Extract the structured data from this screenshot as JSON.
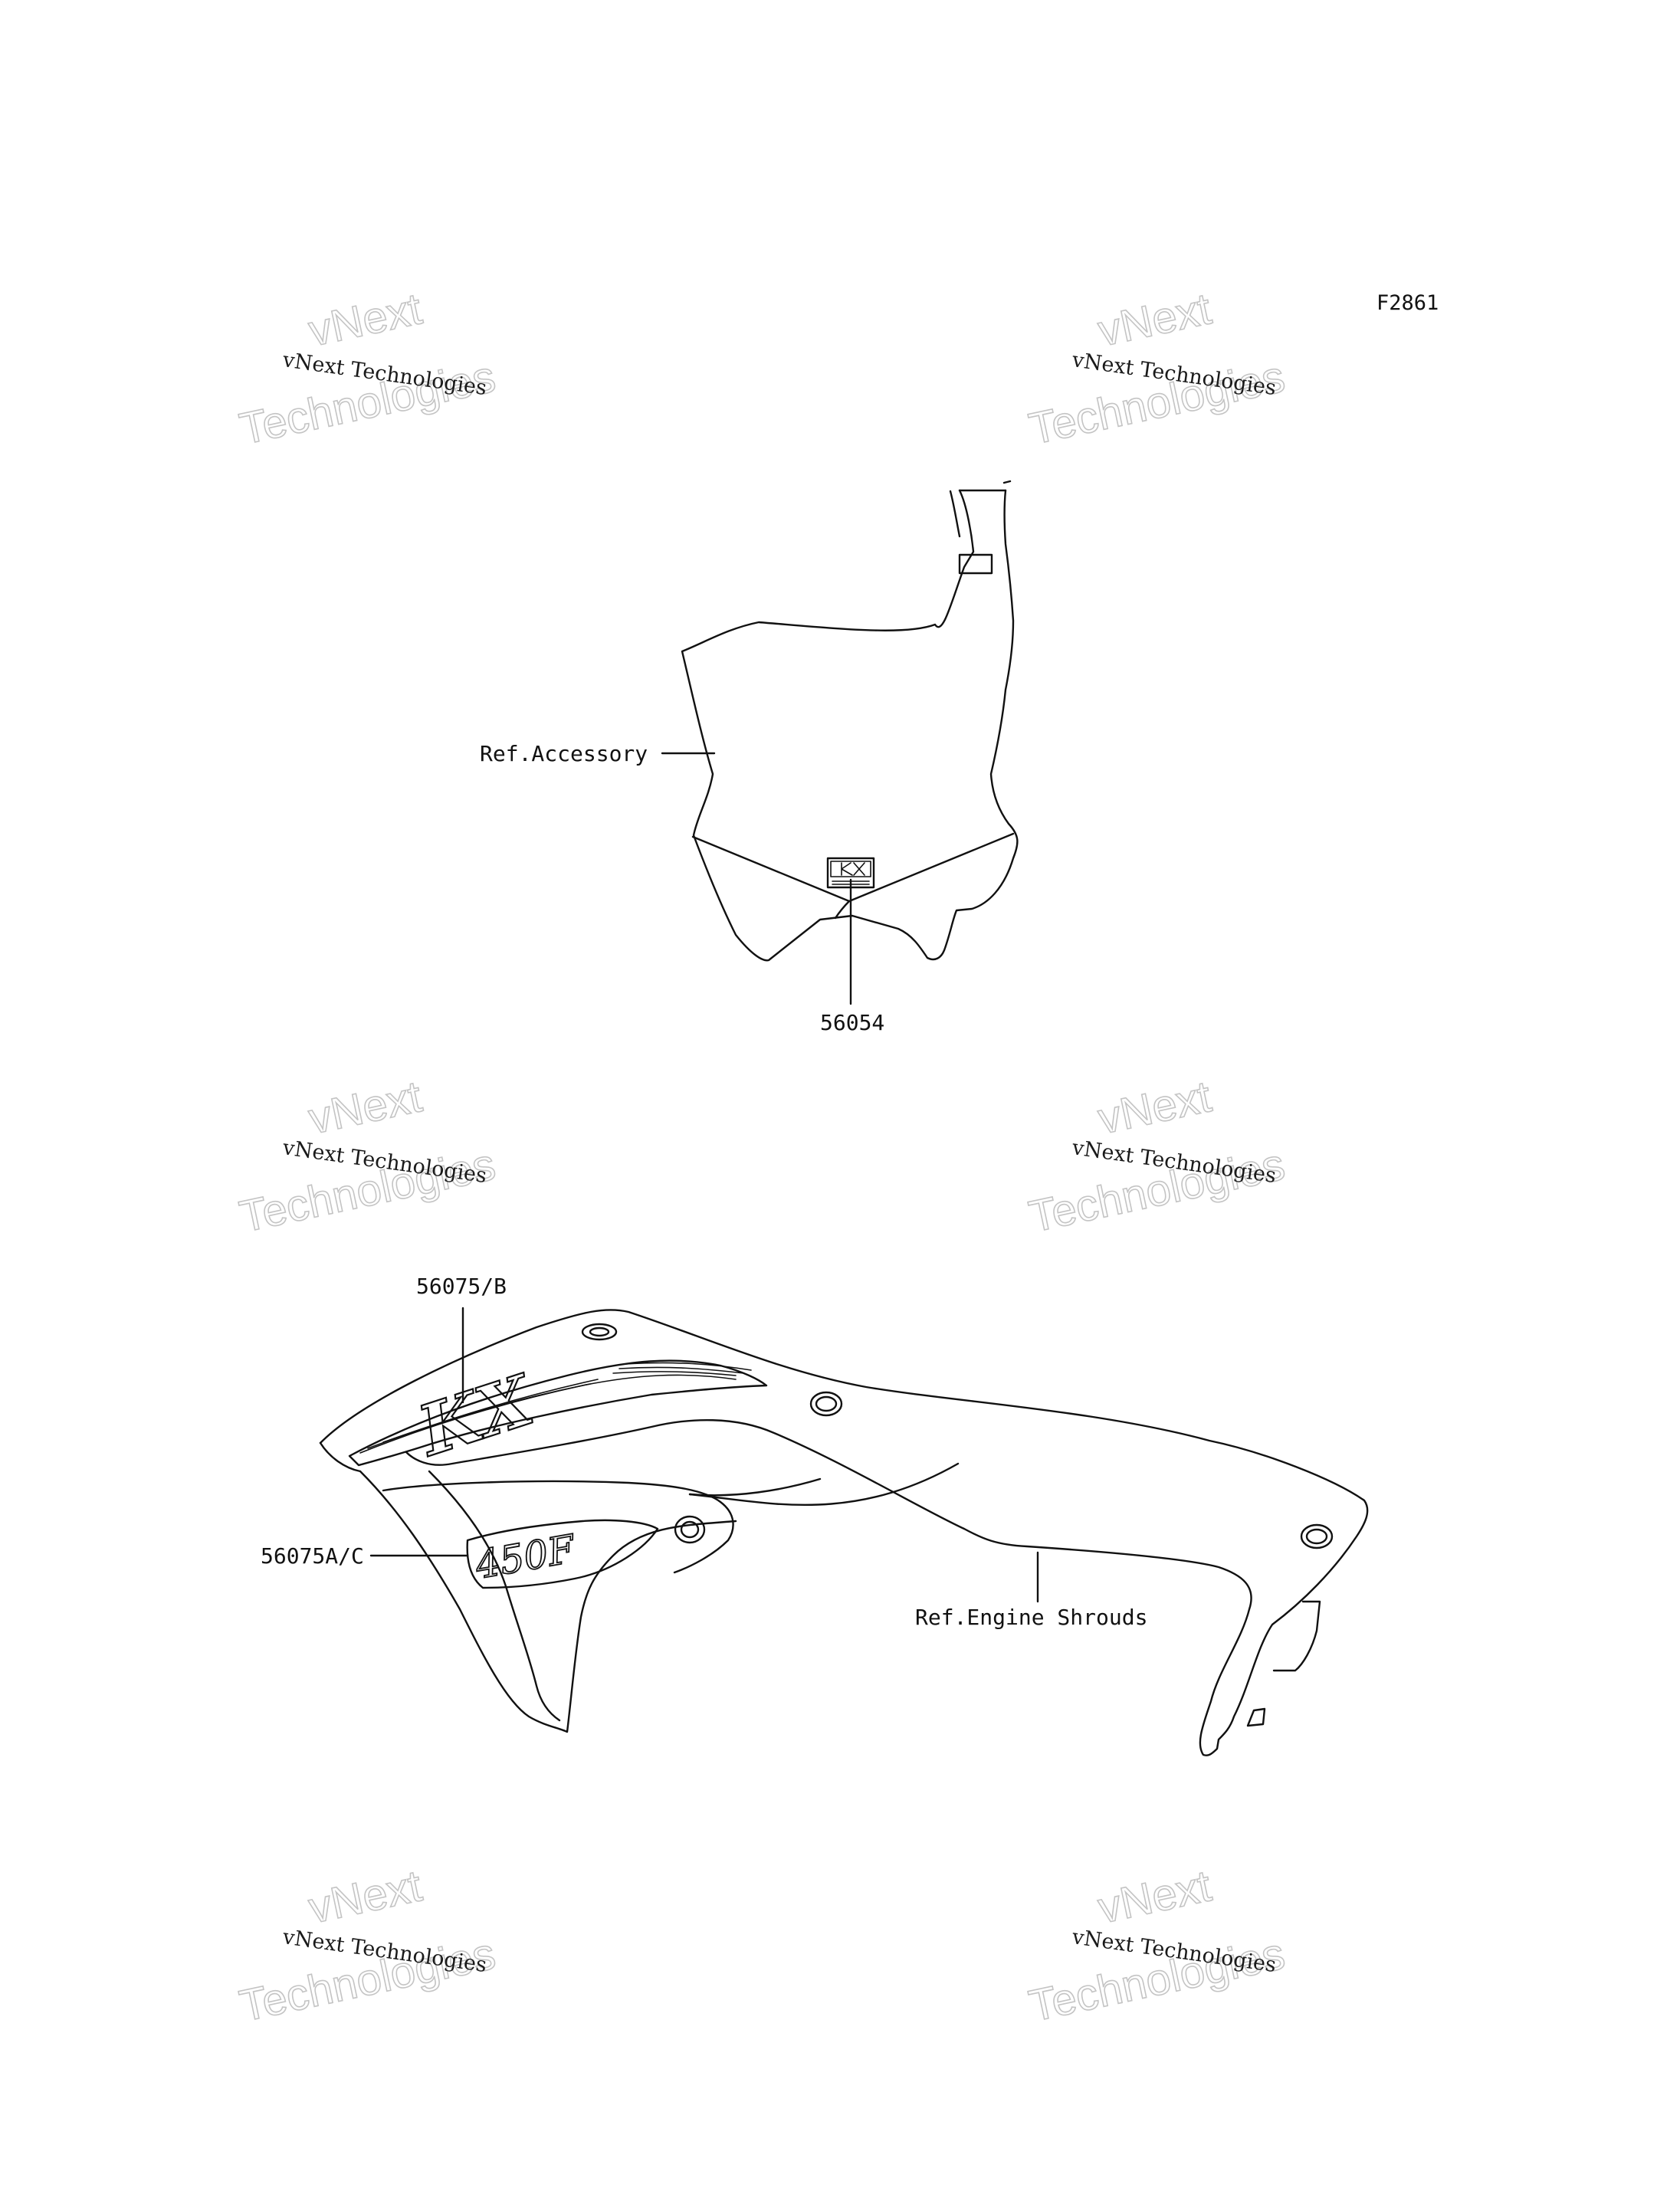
{
  "figure_code": "F2861",
  "watermark": {
    "line1": "vNext Technologies",
    "line2": "vNext",
    "line3": "Technologies"
  },
  "callouts": {
    "ref_accessory": "Ref.Accessory",
    "part_56054": "56054",
    "part_56075_b": "56075/B",
    "part_56075_ac": "56075A/C",
    "ref_engine_shrouds": "Ref.Engine Shrouds"
  },
  "decal_text": {
    "kx": "KX",
    "model": "450F"
  },
  "colors": {
    "line": "#111111",
    "watermark_outline": "#c4c4c4"
  }
}
